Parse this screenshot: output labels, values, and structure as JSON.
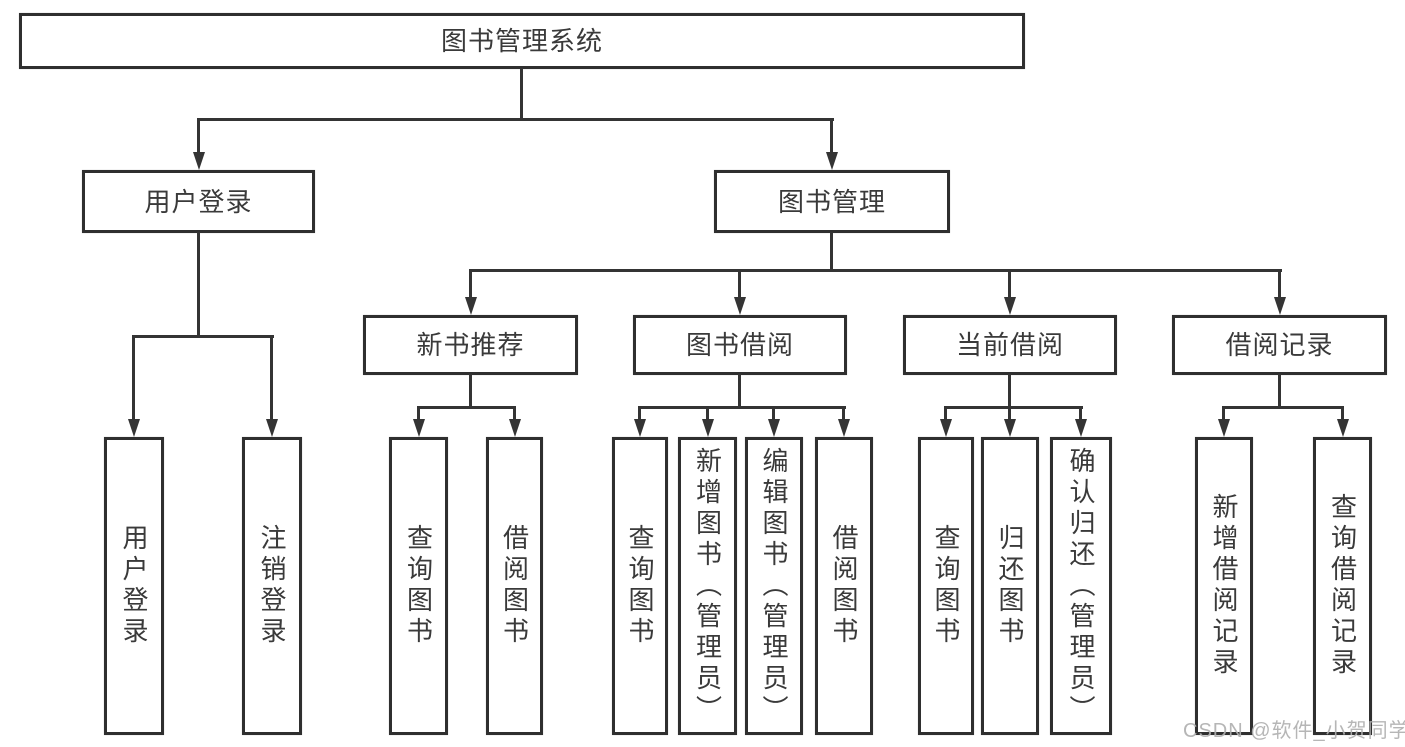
{
  "colors": {
    "background": "#ffffff",
    "line": "#343434",
    "box_border": "#2f2f2f",
    "text": "#3a3a3a",
    "watermark": "#b0b0b0"
  },
  "tree": {
    "root": {
      "label": "图书管理系统"
    },
    "branches": [
      {
        "label": "用户登录",
        "children": [
          {
            "label": "用户登录"
          },
          {
            "label": "注销登录"
          }
        ]
      },
      {
        "label": "图书管理",
        "children": [
          {
            "label": "新书推荐",
            "children": [
              {
                "label": "查询图书"
              },
              {
                "label": "借阅图书"
              }
            ]
          },
          {
            "label": "图书借阅",
            "children": [
              {
                "label": "查询图书"
              },
              {
                "label": "新增图书（管理员）"
              },
              {
                "label": "编辑图书（管理员）"
              },
              {
                "label": "借阅图书"
              }
            ]
          },
          {
            "label": "当前借阅",
            "children": [
              {
                "label": "查询图书"
              },
              {
                "label": "归还图书"
              },
              {
                "label": "确认归还（管理员）"
              }
            ]
          },
          {
            "label": "借阅记录",
            "children": [
              {
                "label": "新增借阅记录"
              },
              {
                "label": "查询借阅记录"
              }
            ]
          }
        ]
      }
    ]
  },
  "watermark": {
    "text": "CSDN @软件_小贺同学"
  }
}
